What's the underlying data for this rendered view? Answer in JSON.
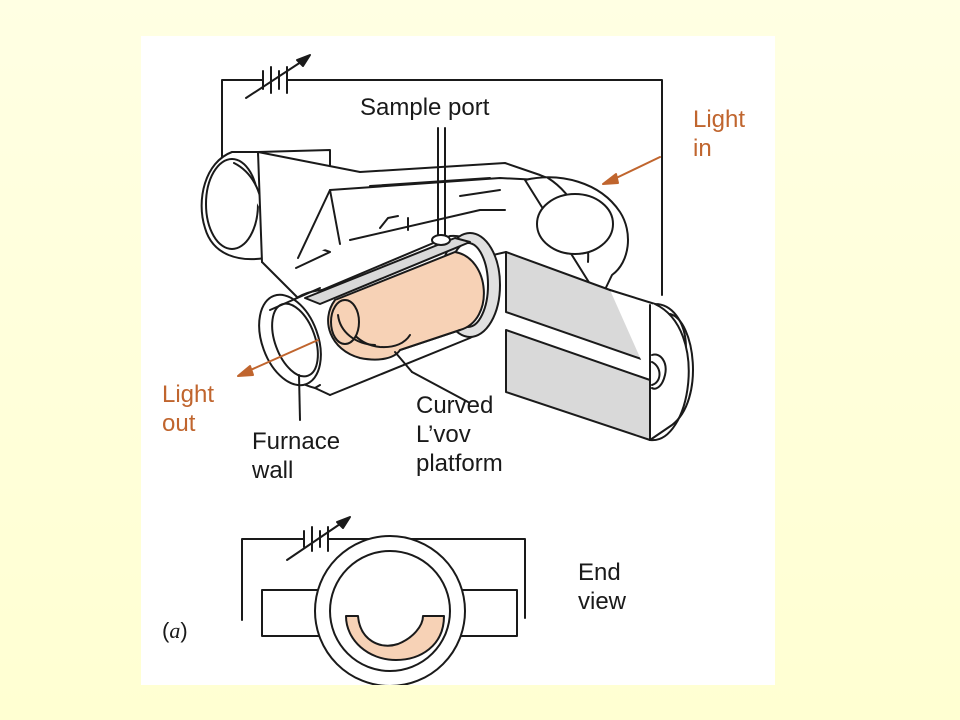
{
  "figure": {
    "labels": {
      "sample_port": "Sample port",
      "light_in": [
        "Light",
        "in"
      ],
      "light_out": [
        "Light",
        "out"
      ],
      "furnace_wall": [
        "Furnace",
        "wall"
      ],
      "platform": [
        "Curved",
        "L’vov",
        "platform"
      ],
      "end_view": [
        "End",
        "view"
      ],
      "tag_open": "(",
      "tag_letter": "a",
      "tag_close": ")"
    },
    "colors": {
      "background": "#FFFFD6",
      "panel": "#FFFFFF",
      "accent_label": "#C0652E",
      "platform_fill": "#F7D2B6",
      "slab_fill": "#D9D9D9",
      "line": "#1A1A1A"
    }
  }
}
